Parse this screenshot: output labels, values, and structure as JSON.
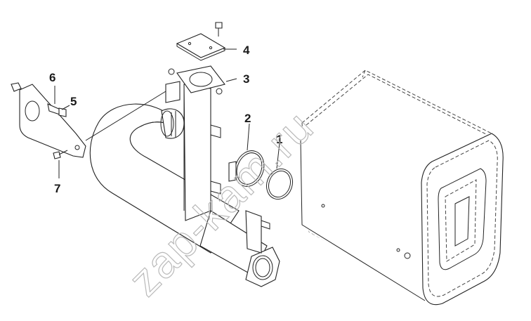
{
  "watermark": "zap-kam.ru",
  "callouts": [
    {
      "id": "1",
      "label": "1"
    },
    {
      "id": "2",
      "label": "2"
    },
    {
      "id": "3",
      "label": "3"
    },
    {
      "id": "4",
      "label": "4"
    },
    {
      "id": "5",
      "label": "5"
    },
    {
      "id": "6",
      "label": "6"
    },
    {
      "id": "7",
      "label": "7"
    }
  ]
}
